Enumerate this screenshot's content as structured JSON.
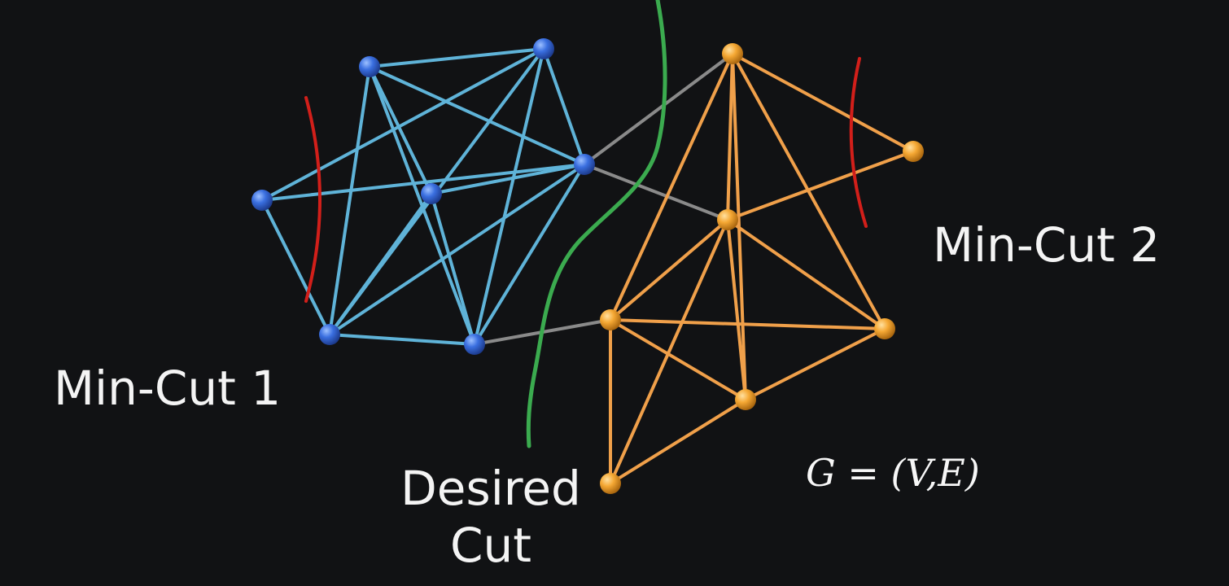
{
  "labels": {
    "min_cut_1": "Min-Cut 1",
    "min_cut_2": "Min-Cut 2",
    "desired_cut_line1": "Desired",
    "desired_cut_line2": "Cut",
    "formula": "G = (V,E)"
  },
  "colors": {
    "background": "#111214",
    "cluster_a_edge": "#5fb3d8",
    "cluster_a_node": "#2f5fcf",
    "cluster_b_edge": "#f0a04a",
    "cluster_b_node": "#f4a52f",
    "bridge_edge": "#8a8a8a",
    "min_cut_curve": "#d21f1a",
    "desired_cut_curve": "#3bab4f",
    "text": "#f4f4f4"
  },
  "graph": {
    "cluster_a": {
      "node_ids": [
        "a1",
        "a2",
        "a3",
        "a4",
        "a5",
        "a6",
        "a7"
      ],
      "edges": [
        [
          "a1",
          "a2"
        ],
        [
          "a1",
          "a3"
        ],
        [
          "a1",
          "a5"
        ],
        [
          "a1",
          "a6"
        ],
        [
          "a1",
          "a7"
        ],
        [
          "a2",
          "a3"
        ],
        [
          "a2",
          "a4"
        ],
        [
          "a2",
          "a6"
        ],
        [
          "a2",
          "a7"
        ],
        [
          "a3",
          "a4"
        ],
        [
          "a3",
          "a5"
        ],
        [
          "a3",
          "a6"
        ],
        [
          "a3",
          "a7"
        ],
        [
          "a4",
          "a6"
        ],
        [
          "a5",
          "a6"
        ],
        [
          "a5",
          "a7"
        ],
        [
          "a6",
          "a7"
        ]
      ]
    },
    "cluster_b": {
      "node_ids": [
        "b1",
        "b2",
        "b3",
        "b4",
        "b5",
        "b6",
        "b7"
      ],
      "edges": [
        [
          "b1",
          "b2"
        ],
        [
          "b1",
          "b3"
        ],
        [
          "b1",
          "b4"
        ],
        [
          "b1",
          "b5"
        ],
        [
          "b1",
          "b6"
        ],
        [
          "b2",
          "b3"
        ],
        [
          "b3",
          "b4"
        ],
        [
          "b3",
          "b5"
        ],
        [
          "b3",
          "b6"
        ],
        [
          "b3",
          "b7"
        ],
        [
          "b4",
          "b5"
        ],
        [
          "b4",
          "b6"
        ],
        [
          "b4",
          "b7"
        ],
        [
          "b5",
          "b6"
        ],
        [
          "b6",
          "b7"
        ]
      ]
    },
    "bridge_edges": [
      [
        "a3",
        "b1"
      ],
      [
        "a3",
        "b3"
      ],
      [
        "a7",
        "b4"
      ]
    ]
  }
}
